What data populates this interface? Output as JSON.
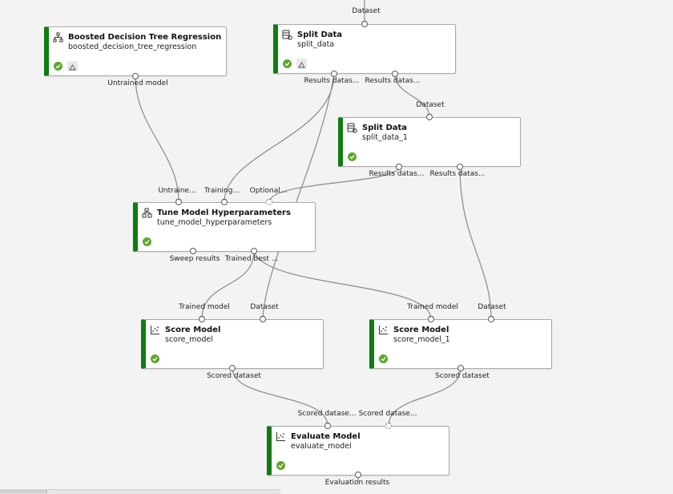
{
  "canvas": {
    "background": "#f3f3f3",
    "accent": "#107c10",
    "wire_color": "#888888",
    "status_color": "#5ea72c"
  },
  "top_input": {
    "label": "Dataset"
  },
  "nodes": {
    "boosted": {
      "title": "Boosted Decision Tree Regression",
      "subtitle": "boosted_decision_tree_regression",
      "icon": "tree-icon",
      "outputs": [
        "Untrained model"
      ]
    },
    "split1": {
      "title": "Split Data",
      "subtitle": "split_data",
      "icon": "split-data-icon",
      "inputs": [
        "Dataset"
      ],
      "outputs": [
        "Results datas...",
        "Results datas..."
      ]
    },
    "split2": {
      "title": "Split Data",
      "subtitle": "split_data_1",
      "icon": "split-data-icon",
      "inputs": [
        "Dataset"
      ],
      "outputs": [
        "Results datas...",
        "Results datas..."
      ]
    },
    "tune": {
      "title": "Tune Model Hyperparameters",
      "subtitle": "tune_model_hyperparameters",
      "icon": "tune-icon",
      "inputs": [
        "Untraine...",
        "Training...",
        "Optional..."
      ],
      "outputs": [
        "Sweep results",
        "Trained best ..."
      ]
    },
    "score1": {
      "title": "Score Model",
      "subtitle": "score_model",
      "icon": "score-icon",
      "inputs": [
        "Trained model",
        "Dataset"
      ],
      "outputs": [
        "Scored dataset"
      ]
    },
    "score2": {
      "title": "Score Model",
      "subtitle": "score_model_1",
      "icon": "score-icon",
      "inputs": [
        "Trained model",
        "Dataset"
      ],
      "outputs": [
        "Scored dataset"
      ]
    },
    "evaluate": {
      "title": "Evaluate Model",
      "subtitle": "evaluate_model",
      "icon": "evaluate-icon",
      "inputs": [
        "Scored datase...",
        "Scored datase..."
      ],
      "outputs": [
        "Evaluation results"
      ]
    }
  }
}
